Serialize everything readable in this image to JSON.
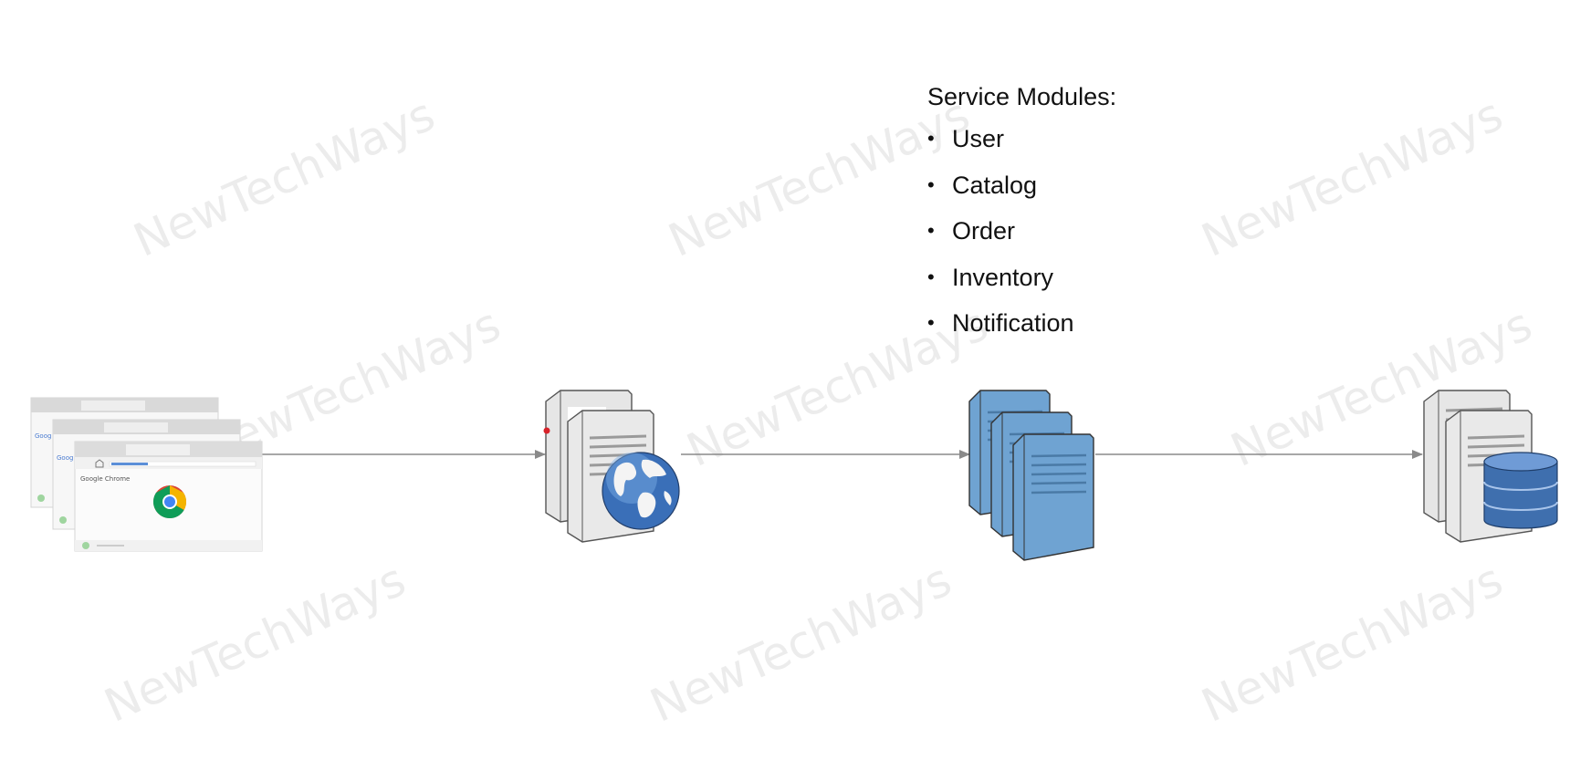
{
  "watermark_text": "NewTechWays",
  "service_modules": {
    "heading": "Service Modules:",
    "items": [
      "User",
      "Catalog",
      "Order",
      "Inventory",
      "Notification"
    ]
  },
  "nodes": [
    {
      "name": "browser-clients",
      "icon": "browser-windows-icon",
      "brand_text": "Google Chrome"
    },
    {
      "name": "web-server",
      "icon": "web-server-globe-icon"
    },
    {
      "name": "application-servers",
      "icon": "app-server-cluster-icon"
    },
    {
      "name": "database-server",
      "icon": "database-server-icon"
    }
  ],
  "colors": {
    "arrow": "#8a8a8a",
    "app_server": "#6fa3d2",
    "db_cylinder": "#3f6fae",
    "globe": "#3a6fb8"
  }
}
